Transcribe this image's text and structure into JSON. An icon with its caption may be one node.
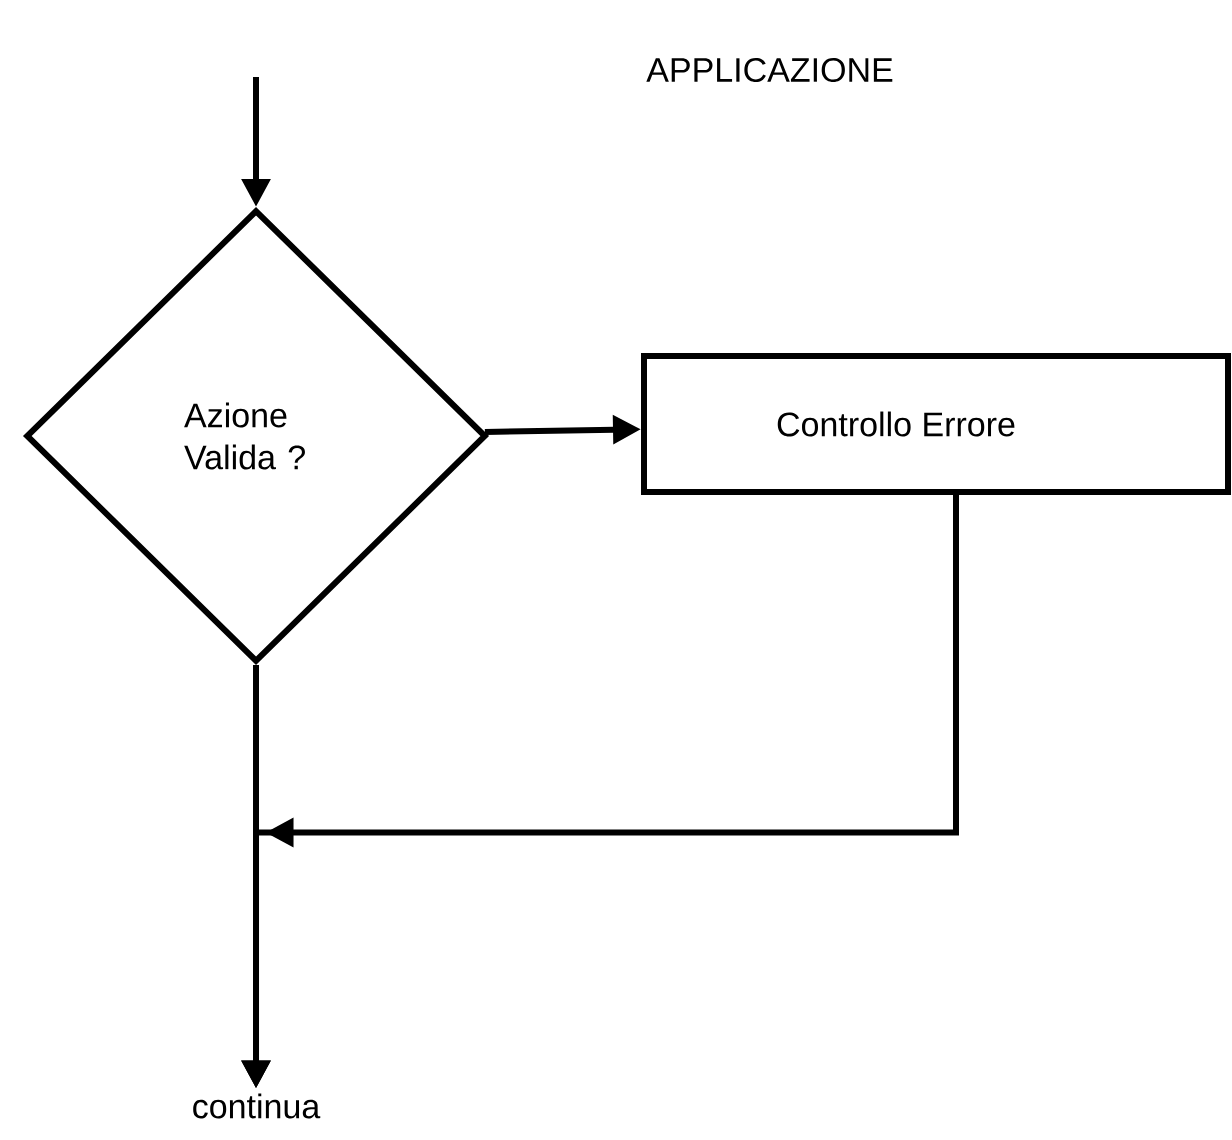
{
  "diagram": {
    "title": "APPLICAZIONE",
    "nodes": [
      {
        "text": [
          "Azione Valida ?"
        ]
      },
      {
        "text": [
          "Controllo Errore"
        ]
      },
      {
        "text": [
          "continua"
        ]
      }
    ],
    "edges": [
      {
        "from": null,
        "to": 0,
        "arrow": "to"
      },
      {
        "from": 0,
        "to": 2,
        "arrow": "to"
      },
      {
        "from": 1,
        "to": 2,
        "arrow": "to"
      },
      {
        "from": 0,
        "to": 1,
        "arrow": "to"
      }
    ]
  }
}
